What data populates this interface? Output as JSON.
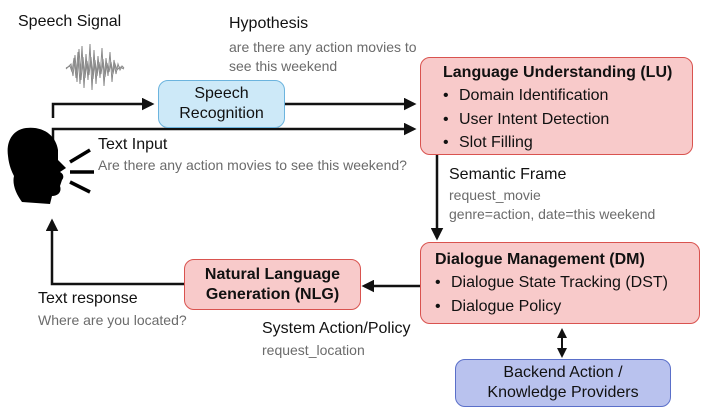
{
  "speech_signal_label": "Speech Signal",
  "hypothesis": {
    "label": "Hypothesis",
    "text_line1": "are there any action movies to",
    "text_line2": "see this weekend"
  },
  "speech_recognition": {
    "line1": "Speech",
    "line2": "Recognition",
    "fill": "#cde9f8",
    "border": "#6cb4de"
  },
  "text_input": {
    "label": "Text Input",
    "text": "Are there any action movies to see this weekend?"
  },
  "lu": {
    "title": "Language Understanding (LU)",
    "items": [
      "Domain Identification",
      "User Intent Detection",
      "Slot Filling"
    ],
    "fill": "#f8caca",
    "border": "#d9534f"
  },
  "semantic_frame": {
    "label": "Semantic Frame",
    "line1": "request_movie",
    "line2": "genre=action, date=this weekend"
  },
  "dm": {
    "title": "Dialogue Management (DM)",
    "items": [
      "Dialogue State Tracking (DST)",
      "Dialogue Policy"
    ],
    "fill": "#f8caca",
    "border": "#d9534f"
  },
  "nlg": {
    "line1": "Natural Language",
    "line2": "Generation (NLG)",
    "fill": "#f8caca",
    "border": "#d9534f"
  },
  "system_action": {
    "label": "System Action/Policy",
    "text": "request_location"
  },
  "text_response": {
    "label": "Text response",
    "text": "Where are you located?"
  },
  "backend": {
    "line1": "Backend Action /",
    "line2": "Knowledge Providers",
    "fill": "#b9c2ee",
    "border": "#5a6fc9"
  },
  "icons": [
    "speaking-head-icon",
    "speech-waveform-icon"
  ]
}
